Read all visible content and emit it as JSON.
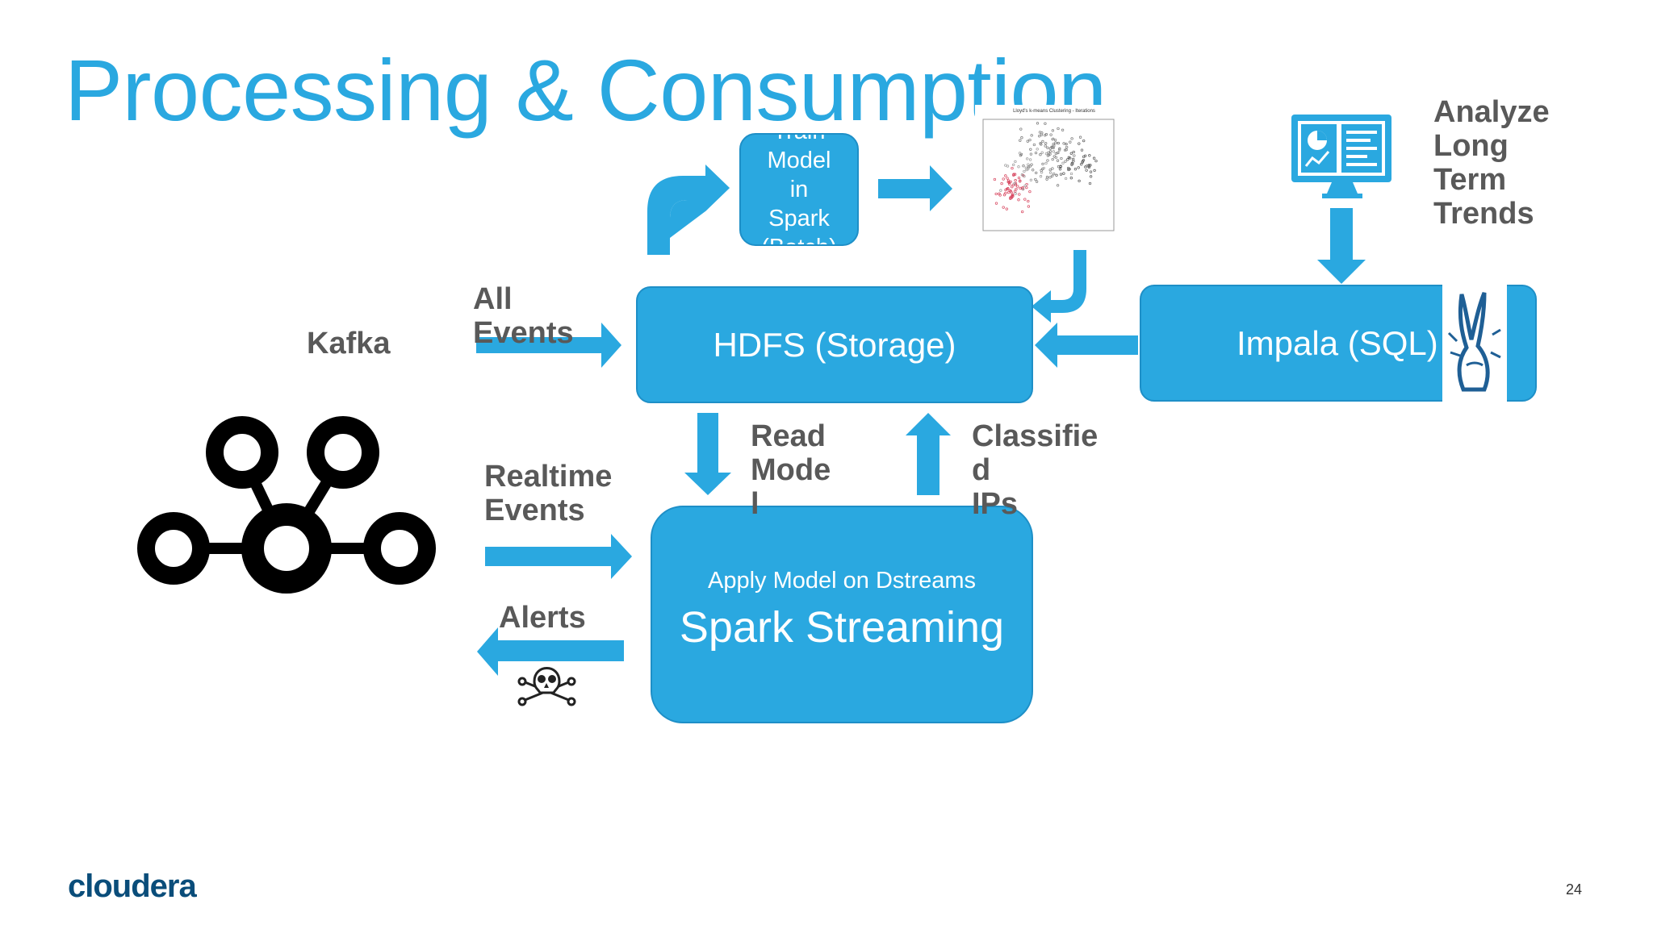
{
  "slide": {
    "title": "Processing & Consumption",
    "page_number": "24",
    "brand": "cloudera"
  },
  "labels": {
    "kafka": "Kafka",
    "all_events_1": "All",
    "all_events_2": "Events",
    "realtime_1": "Realtime",
    "realtime_2": "Events",
    "alerts": "Alerts",
    "read_model_1": "Read",
    "read_model_2": "Mode",
    "read_model_3": "l",
    "classified_1": "Classifie",
    "classified_2": "d",
    "classified_3": "IPs",
    "analyze_1": "Analyze",
    "analyze_2": "Long",
    "analyze_3": "Term",
    "analyze_4": "Trends"
  },
  "boxes": {
    "hdfs": "HDFS (Storage)",
    "impala": "Impala (SQL)",
    "spark_sub": "Apply Model on Dstreams",
    "spark_main": "Spark Streaming",
    "train_lines": [
      "Train",
      "Model",
      "in",
      "Spark",
      "(Batch)"
    ]
  },
  "plot": {
    "title": "Lloyd's k-means Clustering - Iterations"
  },
  "icons": [
    "kafka-logo",
    "skull-crossbones-icon",
    "dashboard-monitor-icon",
    "impala-antelope-logo",
    "kmeans-scatter-plot"
  ],
  "colors": {
    "accent": "#2aa8e0",
    "label_gray": "#595959",
    "brand": "#0a4d7a"
  }
}
